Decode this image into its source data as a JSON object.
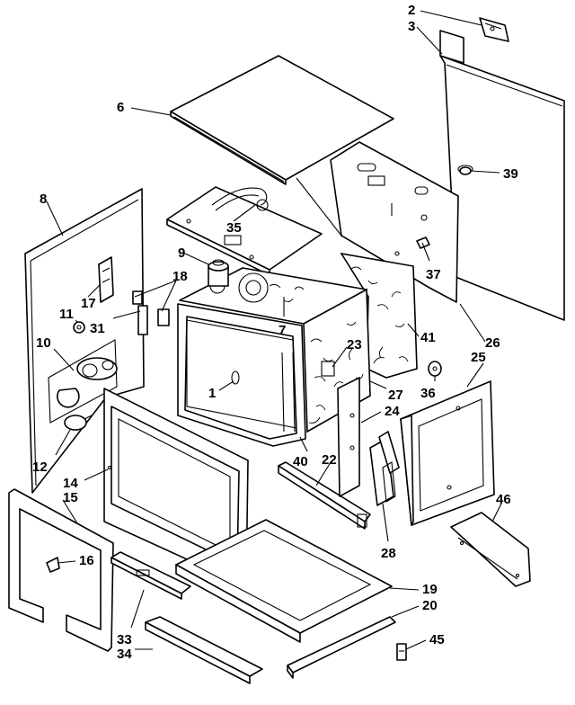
{
  "diagram": {
    "callouts": [
      {
        "id": "c2",
        "text": "2"
      },
      {
        "id": "c3",
        "text": "3"
      },
      {
        "id": "c6",
        "text": "6"
      },
      {
        "id": "c39",
        "text": "39"
      },
      {
        "id": "c8",
        "text": "8"
      },
      {
        "id": "c35",
        "text": "35"
      },
      {
        "id": "c9",
        "text": "9"
      },
      {
        "id": "c18",
        "text": "18"
      },
      {
        "id": "c17",
        "text": "17"
      },
      {
        "id": "c37",
        "text": "37"
      },
      {
        "id": "c11",
        "text": "11"
      },
      {
        "id": "c31",
        "text": "31"
      },
      {
        "id": "c7",
        "text": "7"
      },
      {
        "id": "c23",
        "text": "23"
      },
      {
        "id": "c41",
        "text": "41"
      },
      {
        "id": "c26",
        "text": "26"
      },
      {
        "id": "c10",
        "text": "10"
      },
      {
        "id": "c25",
        "text": "25"
      },
      {
        "id": "c1",
        "text": "1"
      },
      {
        "id": "c36",
        "text": "36"
      },
      {
        "id": "c27",
        "text": "27"
      },
      {
        "id": "c24",
        "text": "24"
      },
      {
        "id": "c12",
        "text": "12"
      },
      {
        "id": "c40",
        "text": "40"
      },
      {
        "id": "c22",
        "text": "22"
      },
      {
        "id": "c14",
        "text": "14"
      },
      {
        "id": "c15",
        "text": "15"
      },
      {
        "id": "c46",
        "text": "46"
      },
      {
        "id": "c28",
        "text": "28"
      },
      {
        "id": "c16",
        "text": "16"
      },
      {
        "id": "c19",
        "text": "19"
      },
      {
        "id": "c20",
        "text": "20"
      },
      {
        "id": "c33",
        "text": "33"
      },
      {
        "id": "c34",
        "text": "34"
      },
      {
        "id": "c45",
        "text": "45"
      }
    ]
  }
}
